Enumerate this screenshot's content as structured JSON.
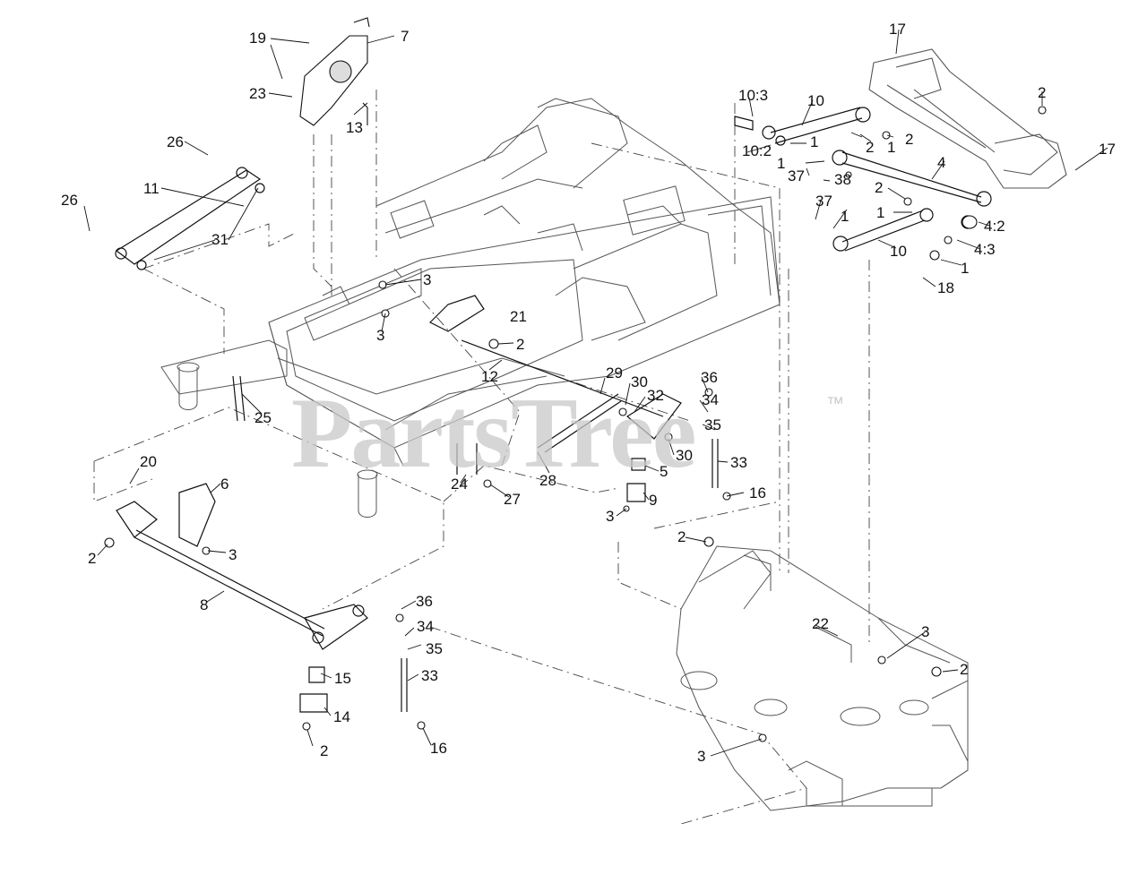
{
  "watermark": {
    "text": "PartsTree",
    "trademark": "™",
    "color": "#c9c9c9"
  },
  "callouts": [
    {
      "id": "c-19",
      "label": "19"
    },
    {
      "id": "c-7",
      "label": "7"
    },
    {
      "id": "c-23",
      "label": "23"
    },
    {
      "id": "c-13",
      "label": "13"
    },
    {
      "id": "c-26a",
      "label": "26"
    },
    {
      "id": "c-11",
      "label": "11"
    },
    {
      "id": "c-26b",
      "label": "26"
    },
    {
      "id": "c-31",
      "label": "31"
    },
    {
      "id": "c-3a",
      "label": "3"
    },
    {
      "id": "c-3b",
      "label": "3"
    },
    {
      "id": "c-21",
      "label": "21"
    },
    {
      "id": "c-2a",
      "label": "2"
    },
    {
      "id": "c-12",
      "label": "12"
    },
    {
      "id": "c-25",
      "label": "25"
    },
    {
      "id": "c-29",
      "label": "29"
    },
    {
      "id": "c-30a",
      "label": "30"
    },
    {
      "id": "c-32",
      "label": "32"
    },
    {
      "id": "c-30b",
      "label": "30"
    },
    {
      "id": "c-36a",
      "label": "36"
    },
    {
      "id": "c-34a",
      "label": "34"
    },
    {
      "id": "c-35a",
      "label": "35"
    },
    {
      "id": "c-33a",
      "label": "33"
    },
    {
      "id": "c-16a",
      "label": "16"
    },
    {
      "id": "c-5",
      "label": "5"
    },
    {
      "id": "c-9",
      "label": "9"
    },
    {
      "id": "c-3c",
      "label": "3"
    },
    {
      "id": "c-28",
      "label": "28"
    },
    {
      "id": "c-24",
      "label": "24"
    },
    {
      "id": "c-27",
      "label": "27"
    },
    {
      "id": "c-20",
      "label": "20"
    },
    {
      "id": "c-6",
      "label": "6"
    },
    {
      "id": "c-2b",
      "label": "2"
    },
    {
      "id": "c-3d",
      "label": "3"
    },
    {
      "id": "c-8",
      "label": "8"
    },
    {
      "id": "c-36b",
      "label": "36"
    },
    {
      "id": "c-34b",
      "label": "34"
    },
    {
      "id": "c-35b",
      "label": "35"
    },
    {
      "id": "c-33b",
      "label": "33"
    },
    {
      "id": "c-15",
      "label": "15"
    },
    {
      "id": "c-14",
      "label": "14"
    },
    {
      "id": "c-2c",
      "label": "2"
    },
    {
      "id": "c-16b",
      "label": "16"
    },
    {
      "id": "c-17a",
      "label": "17"
    },
    {
      "id": "c-10-3",
      "label": "10:3"
    },
    {
      "id": "c-10a",
      "label": "10"
    },
    {
      "id": "c-2d",
      "label": "2"
    },
    {
      "id": "c-10-2",
      "label": "10:2"
    },
    {
      "id": "c-1a",
      "label": "1"
    },
    {
      "id": "c-2e",
      "label": "2"
    },
    {
      "id": "c-1b",
      "label": "1"
    },
    {
      "id": "c-2f",
      "label": "2"
    },
    {
      "id": "c-1c",
      "label": "1"
    },
    {
      "id": "c-17b",
      "label": "17"
    },
    {
      "id": "c-37a",
      "label": "37"
    },
    {
      "id": "c-38",
      "label": "38"
    },
    {
      "id": "c-4",
      "label": "4"
    },
    {
      "id": "c-2g",
      "label": "2"
    },
    {
      "id": "c-37b",
      "label": "37"
    },
    {
      "id": "c-1d",
      "label": "1"
    },
    {
      "id": "c-1e",
      "label": "1"
    },
    {
      "id": "c-4-2",
      "label": "4:2"
    },
    {
      "id": "c-10b",
      "label": "10"
    },
    {
      "id": "c-4-3",
      "label": "4:3"
    },
    {
      "id": "c-1f",
      "label": "1"
    },
    {
      "id": "c-18",
      "label": "18"
    },
    {
      "id": "c-2h",
      "label": "2"
    },
    {
      "id": "c-22",
      "label": "22"
    },
    {
      "id": "c-3e",
      "label": "3"
    },
    {
      "id": "c-2i",
      "label": "2"
    },
    {
      "id": "c-3f",
      "label": "3"
    }
  ]
}
